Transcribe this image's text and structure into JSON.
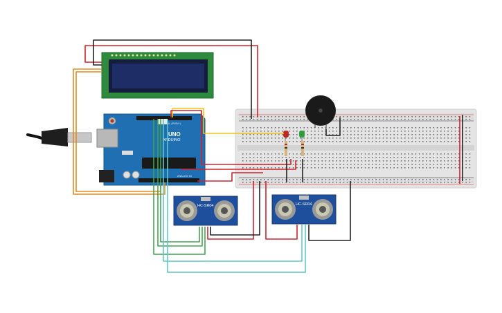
{
  "arduino": {
    "brand": "ARDUINO",
    "model": "UNO",
    "header_digital": "DIGITAL (PWM~)",
    "header_analog": "ANALOG IN"
  },
  "sensors": [
    {
      "label": "HC-SR04"
    },
    {
      "label": "HC-SR04"
    }
  ],
  "colors": {
    "background": "#ffffff",
    "board": "#1f6fb2",
    "lcd_pcb": "#2e8b3e",
    "lcd_screen": "#1c2a5c",
    "breadboard": "#e2e2e2",
    "wire_red": "#d0222a",
    "wire_black": "#222222",
    "wire_orange": "#e68a1e",
    "wire_yellow": "#f2c21b",
    "wire_green": "#3fa64a",
    "wire_cyan": "#5ec8c8",
    "led_red": "#c0281e",
    "led_green": "#2e9e3a",
    "sensor_pcb": "#1d4f9c"
  },
  "icons": [
    "usb-cable-icon",
    "buzzer-icon",
    "led-icon",
    "resistor-icon",
    "reset-button-icon"
  ]
}
